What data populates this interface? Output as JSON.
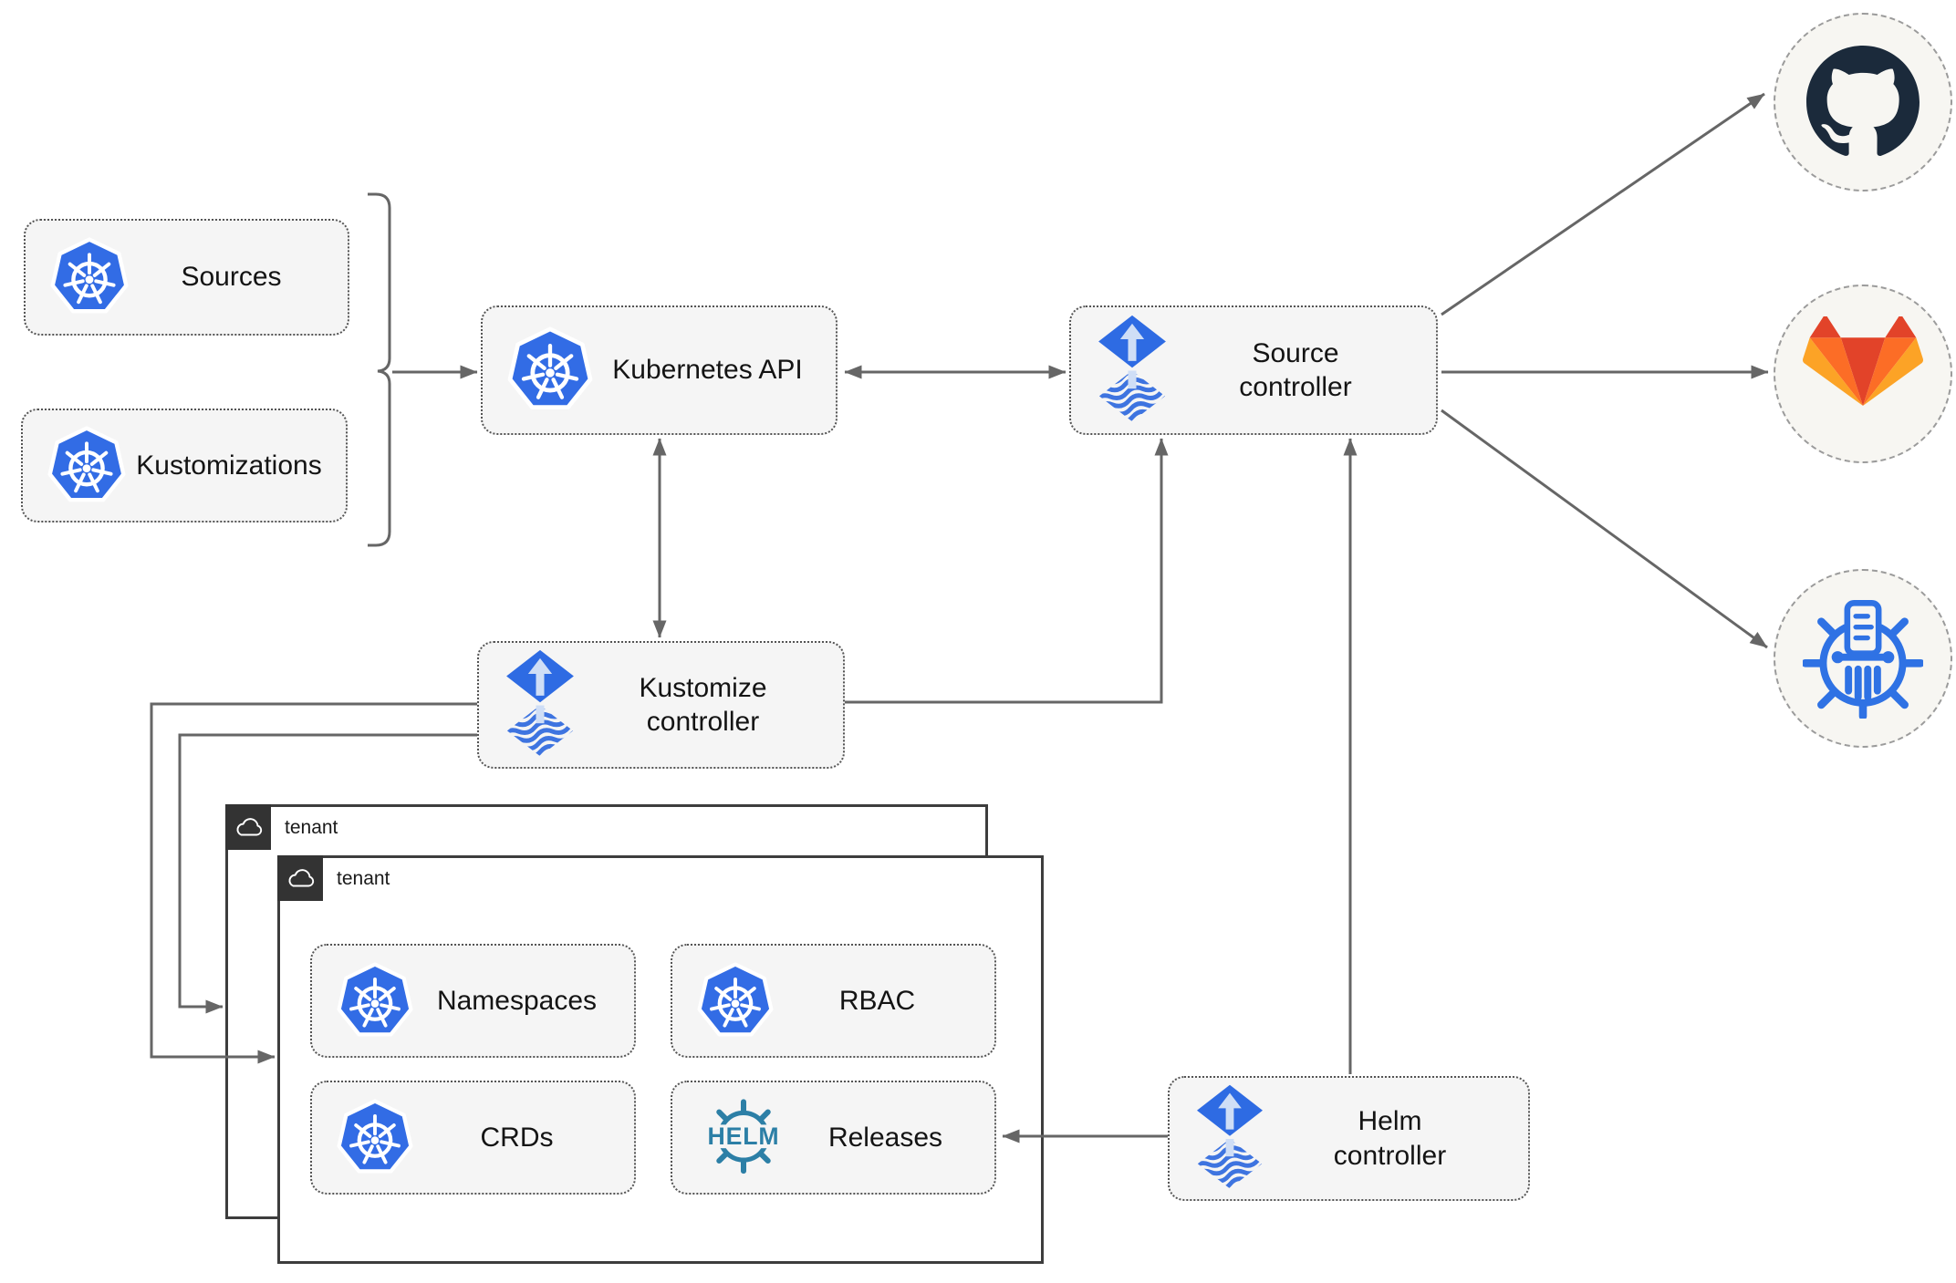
{
  "nodes": {
    "sources": "Sources",
    "kustomizations": "Kustomizations",
    "kubernetes_api": "Kubernetes API",
    "source_controller": "Source controller",
    "kustomize_controller": "Kustomize controller",
    "helm_controller": "Helm controller",
    "namespaces": "Namespaces",
    "rbac": "RBAC",
    "crds": "CRDs",
    "releases": "Releases"
  },
  "tenants": [
    {
      "label": "tenant"
    },
    {
      "label": "tenant"
    }
  ],
  "logos": {
    "helm_text": "HELM",
    "kubernetes_icon": "kubernetes-logo",
    "flux_icon": "flux-logo",
    "github_icon": "github-logo",
    "gitlab_icon": "gitlab-logo",
    "helm_repository_icon": "chartmuseum-logo",
    "cloud_icon": "cloud"
  },
  "colors": {
    "kubernetes_blue": "#326CE5",
    "flux_blue": "#2E6BE3",
    "flux_light_arrow": "#CFDEF6",
    "helm_teal": "#2C7FA6",
    "github_dark": "#1B2A3B",
    "gitlab_red": "#E24329",
    "gitlab_orange": "#FC6D26",
    "gitlab_yellow": "#FCA326",
    "chartmuseum_blue": "#2F72E4",
    "arrow_gray": "#666666",
    "node_background": "#F5F5F5",
    "tenant_tab_background": "#333333"
  }
}
